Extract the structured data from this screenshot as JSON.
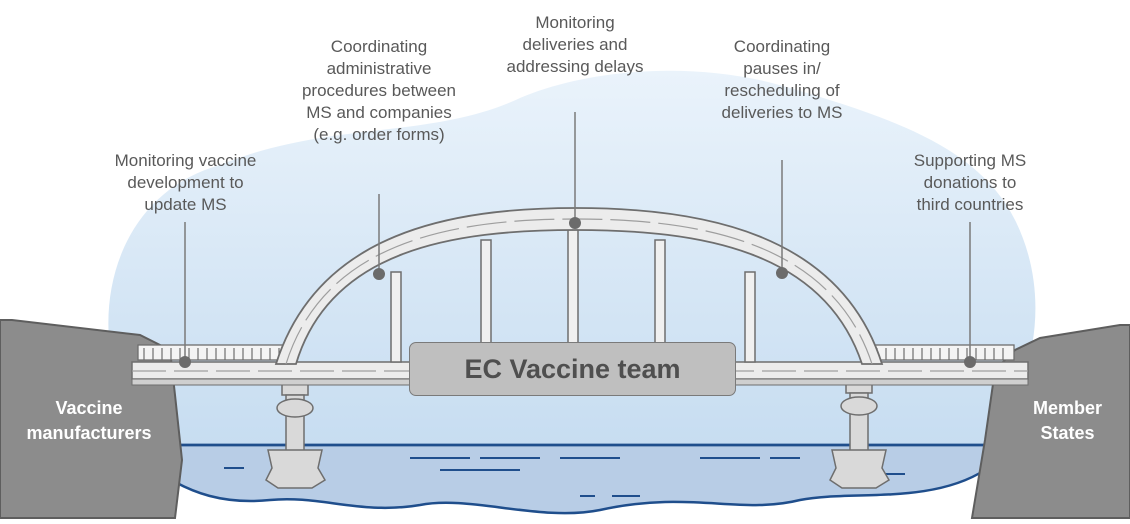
{
  "labels": {
    "monitoring_development": [
      "Monitoring vaccine",
      "development to",
      "update MS"
    ],
    "coordinating_admin": [
      "Coordinating",
      "administrative",
      "procedures between",
      "MS and companies",
      "(e.g. order forms)"
    ],
    "monitoring_deliveries": [
      "Monitoring",
      "deliveries and",
      "addressing delays"
    ],
    "coordinating_pauses": [
      "Coordinating",
      "pauses in/",
      "rescheduling of",
      "deliveries to MS"
    ],
    "supporting_donations": [
      "Supporting MS",
      "donations to",
      "third countries"
    ]
  },
  "left_bank": [
    "Vaccine",
    "manufacturers"
  ],
  "right_bank": [
    "Member",
    "States"
  ],
  "center_box": "EC Vaccine team",
  "colors": {
    "sky": "#d6e8f7",
    "water": "#b8cde6",
    "water_line": "#1f4e8c",
    "rock": "#8c8c8c",
    "bridge": "#ececec",
    "outline": "#6e6e6e",
    "text": "#595959"
  }
}
